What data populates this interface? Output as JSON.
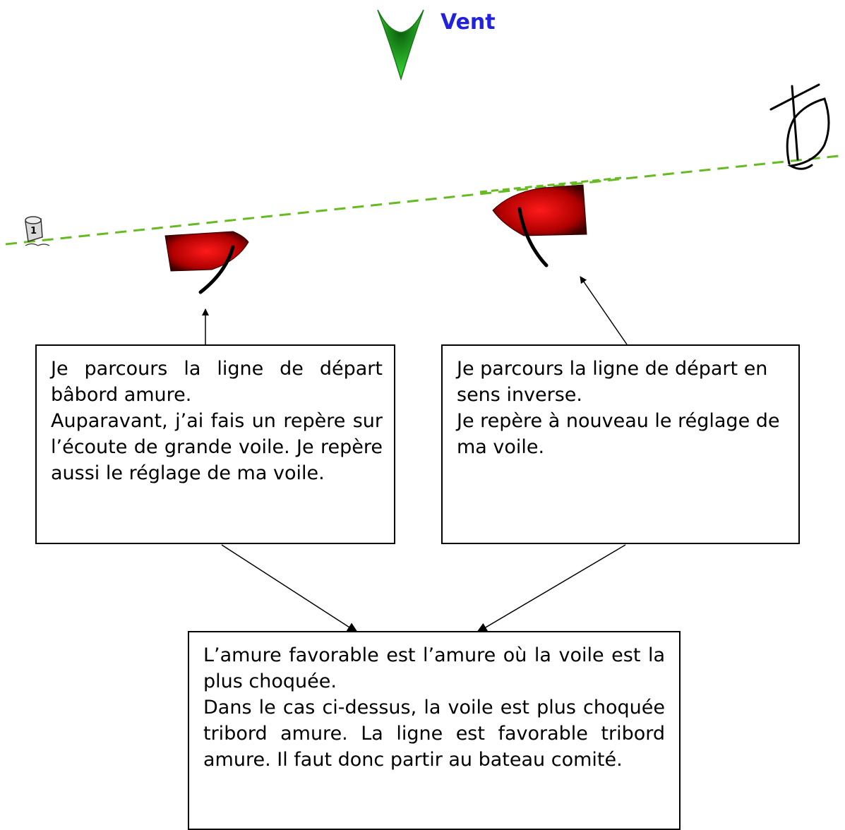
{
  "wind": {
    "label": "Vent"
  },
  "box_left": {
    "lines": [
      "Je parcours la ligne de départ bâbord amure.",
      "Auparavant, j’ai fais un repère sur l’écoute de grande voile. Je repère aussi le réglage de ma voile."
    ]
  },
  "box_right": {
    "lines": [
      "Je parcours la ligne de départ en sens inverse.",
      "Je repère à nouveau le réglage de ma voile."
    ]
  },
  "box_bottom": {
    "lines": [
      "L’amure favorable est l’amure où la voile est la plus choquée.",
      "Dans le cas ci-dessus, la voile est plus choquée tribord amure. La ligne est favorable tribord amure. Il faut donc partir au bateau comité."
    ]
  },
  "buoy": {
    "number": "1"
  },
  "colors": {
    "wind_label": "#2222dd",
    "wind_arrow": "#22aa22",
    "start_line": "#66bb22",
    "boat_hull": "#cc0000"
  }
}
